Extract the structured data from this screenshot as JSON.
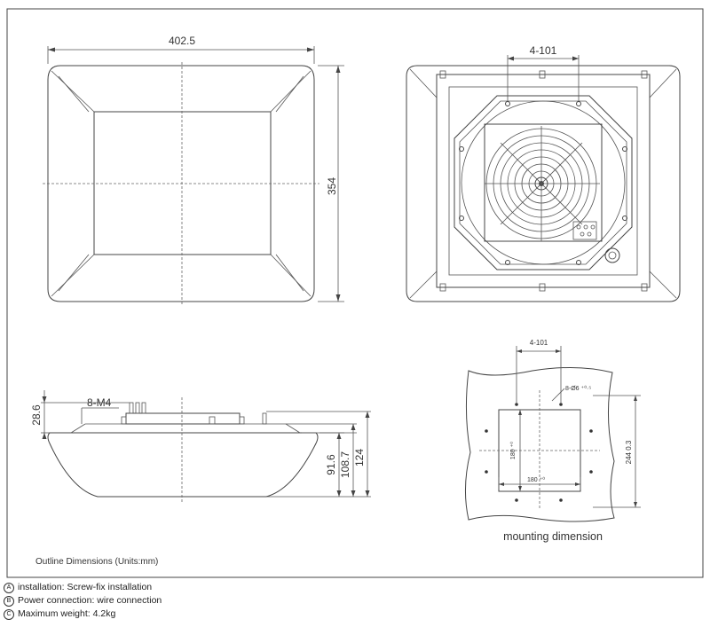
{
  "top_view": {
    "width_dim": "402.5",
    "height_dim": "354"
  },
  "fan_view": {
    "hole_dim": "4-101"
  },
  "side_view": {
    "thread_label": "8-M4",
    "height_small": "28.6",
    "dim_a": "91.6",
    "dim_b": "108.7",
    "dim_c": "124"
  },
  "mount_view": {
    "hole_dim": "4-101",
    "hole_spec": "8-Ø6 ⁺⁰·⁵",
    "inner_w": "180 ⁺⁰",
    "inner_h": "180 ⁺⁰",
    "outer_h": "244  0.3",
    "caption": "mounting dimension"
  },
  "outline_caption": "Outline Dimensions (Units:mm)",
  "notes": [
    {
      "symbol": "A",
      "text": "installation:  Screw-fix installation"
    },
    {
      "symbol": "B",
      "text": "Power connection: wire connection"
    },
    {
      "symbol": "C",
      "text": "Maximum weight:  4.2kg"
    }
  ]
}
